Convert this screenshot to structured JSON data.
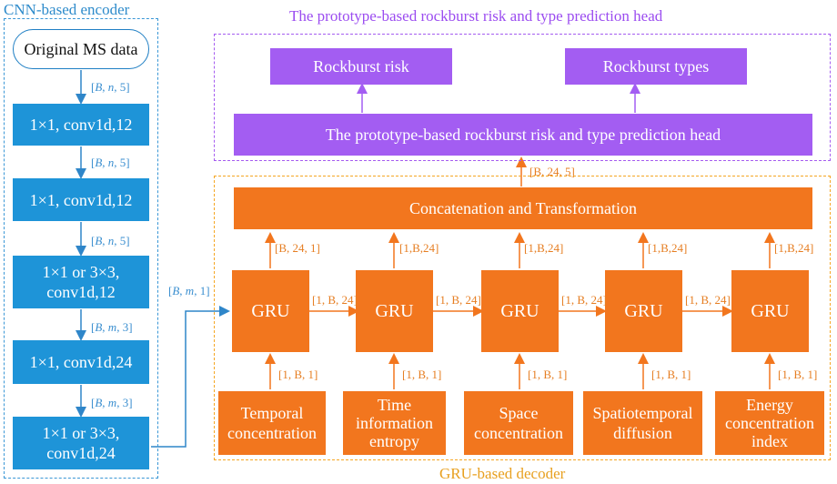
{
  "encoder": {
    "title": "CNN-based encoder",
    "input_label": "Original MS data",
    "layers": [
      "1×1, conv1d,12",
      "1×1, conv1d,12",
      "1×1 or 3×3,\nconv1d,12",
      "1×1, conv1d,24",
      "1×1 or 3×3,\nconv1d,24"
    ],
    "shape_tags": [
      "[B, n, 5]",
      "[B, n, 5]",
      "[B, n, 5]",
      "[B, m, 3]",
      "[B, m, 3]"
    ],
    "to_decoder_tag": "[B, m, 1]"
  },
  "head": {
    "title": "The prototype-based rockburst risk and type prediction head",
    "risk_label": "Rockburst risk",
    "types_label": "Rockburst types",
    "main_label": "The prototype-based rockburst risk and type prediction head",
    "input_tag": "[B, 24, 5]"
  },
  "decoder": {
    "title": "GRU-based decoder",
    "concat_label": "Concatenation and Transformation",
    "gru_label": "GRU",
    "up_tags": [
      "[B, 24, 1]",
      "[1,B,24]",
      "[1,B,24]",
      "[1,B,24]",
      "[1,B,24]"
    ],
    "hidden_tags": [
      "[1, B, 24]",
      "[1, B, 24]",
      "[1, B, 24]",
      "[1, B, 24]"
    ],
    "input_tags": [
      "[1, B, 1]",
      "[1, B, 1]",
      "[1, B, 1]",
      "[1, B, 1]",
      "[1, B, 1]"
    ],
    "features": [
      "Temporal\nconcentration",
      "Time\ninformation\nentropy",
      "Space\nconcentration",
      "Spatiotemporal\ndiffusion",
      "Energy\nconcentration\nindex"
    ]
  },
  "colors": {
    "blue": "#1e94d8",
    "purple": "#a35df2",
    "orange": "#f2761e"
  }
}
